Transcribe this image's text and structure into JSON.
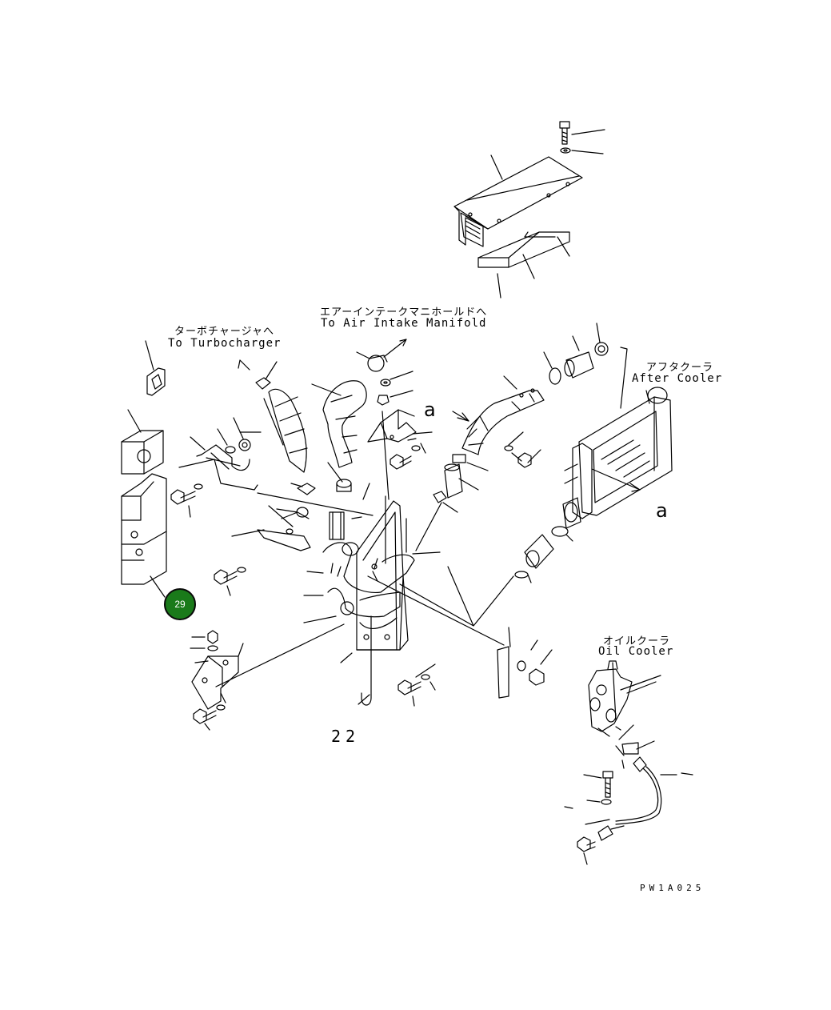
{
  "labels": {
    "turbo_jp": "ターボチャージャへ",
    "turbo_en": "To Turbocharger",
    "intake_jp": "エアーインテークマニホールドへ",
    "intake_en": "To Air Intake Manifold",
    "aftercooler_jp": "アフタクーラ",
    "aftercooler_en": "After Cooler",
    "oilcooler_jp": "オイルクーラ",
    "oilcooler_en": "Oil Cooler",
    "ref_a_top": "a",
    "ref_a_bottom": "a",
    "part_22": "22",
    "drawing_code": "PW1A025"
  },
  "callout": {
    "number": "29",
    "color": "#1a7a1a"
  }
}
